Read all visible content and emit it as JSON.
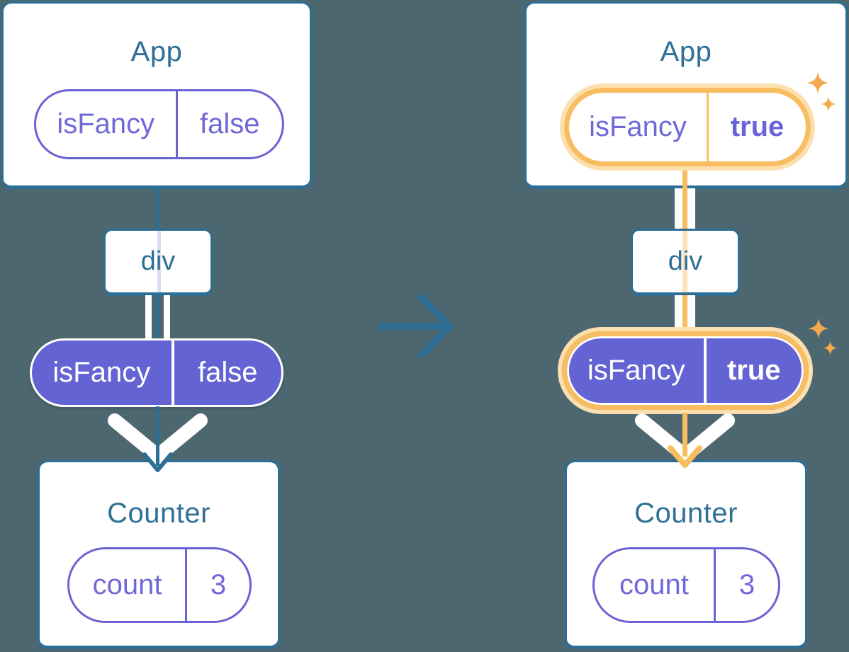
{
  "diagram_title": "React state lifting diagram: isFancy prop change",
  "colors": {
    "bg": "#4d6770",
    "line": "#2d6e96",
    "title": "#2f7096",
    "purple": "#6b63d3",
    "purple-text": "#7168d8",
    "purple-bg": "#6463d3",
    "lavender": "#d7ddf3",
    "orange": "#f8bc61",
    "orange-halo": "#fcdfae",
    "pale-orange": "#fce3bd",
    "sparkle": "#f3a94e",
    "white": "#ffffff"
  },
  "before": {
    "app": {
      "title": "App",
      "state_name": "isFancy",
      "state_value": "false"
    },
    "div_label": "div",
    "prop_name": "isFancy",
    "prop_value": "false",
    "counter": {
      "title": "Counter",
      "state_name": "count",
      "state_value": "3"
    }
  },
  "after": {
    "app": {
      "title": "App",
      "state_name": "isFancy",
      "state_value": "true"
    },
    "div_label": "div",
    "prop_name": "isFancy",
    "prop_value": "true",
    "counter": {
      "title": "Counter",
      "state_name": "count",
      "state_value": "3"
    }
  },
  "transition": {
    "icon": "arrow-right"
  }
}
